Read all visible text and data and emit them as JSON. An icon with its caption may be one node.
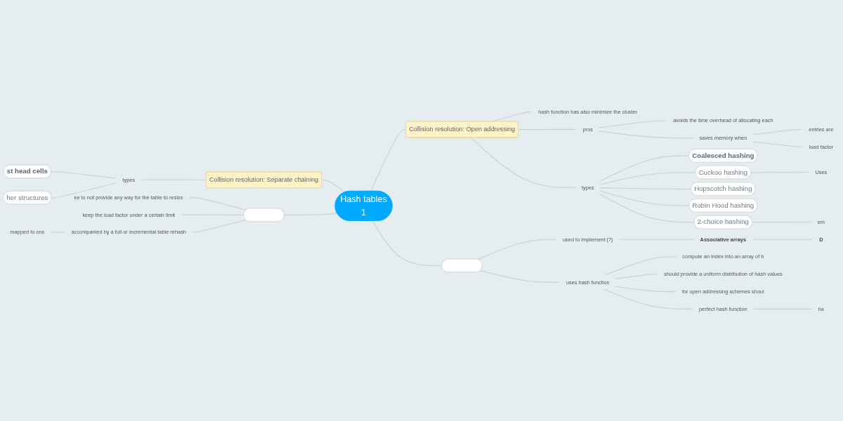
{
  "diagram": {
    "nodes": [
      {
        "text": [
          "Hash tables",
          "1"
        ]
      },
      {
        "text": [
          "Collision resolution: Separate chaining"
        ]
      },
      {
        "text": [
          "types"
        ]
      },
      {
        "text": [
          "st head cells"
        ]
      },
      {
        "text": [
          "her structures"
        ]
      },
      {
        "text": [
          "Collision resolution: Open addressing"
        ]
      },
      {
        "text": [
          "hash function has also minimize the cluster"
        ]
      },
      {
        "text": [
          "pros"
        ]
      },
      {
        "text": [
          "avoids the time overhead of allocating each"
        ]
      },
      {
        "text": [
          "saves memory when"
        ]
      },
      {
        "text": [
          "entries are"
        ]
      },
      {
        "text": [
          "load factor"
        ]
      },
      {
        "text": [
          "types"
        ]
      },
      {
        "text": [
          "Coalesced hashing"
        ]
      },
      {
        "text": [
          "Cuckoo hashing"
        ]
      },
      {
        "text": [
          "Uses"
        ]
      },
      {
        "text": [
          "Hopscotch hashing"
        ]
      },
      {
        "text": [
          "Robin Hood hashing"
        ]
      },
      {
        "text": [
          "2-choice hashing"
        ]
      },
      {
        "text": [
          "em"
        ]
      },
      {
        "text": [],
        "shape": "box"
      },
      {
        "text": [
          "used to implement (7)"
        ]
      },
      {
        "text": [
          "Associative arrays"
        ]
      },
      {
        "text": [
          "D"
        ]
      },
      {
        "text": [
          "uses hash function"
        ]
      },
      {
        "text": [
          "compute an index into an array of b"
        ]
      },
      {
        "text": [
          "should provide a uniform distribution of hash values"
        ]
      },
      {
        "text": [
          "for open addressing schemes shoul"
        ]
      },
      {
        "text": [
          "perfect hash function"
        ]
      },
      {
        "text": [
          "ha"
        ]
      },
      {
        "text": [],
        "shape": "box"
      },
      {
        "text": [
          "ke to not provide any way for the table to resize"
        ]
      },
      {
        "text": [
          "keep the load factor under a certain limit"
        ]
      },
      {
        "text": [
          "accompanied by a full or incremental table rehash"
        ]
      },
      {
        "text": [
          "mapped to ons"
        ]
      }
    ],
    "edges": [
      {
        "from": 1,
        "to": 0,
        "arrow": "none"
      },
      {
        "from": 2,
        "to": 1,
        "arrow": "none"
      },
      {
        "from": 3,
        "to": 2,
        "arrow": "none"
      },
      {
        "from": 4,
        "to": 2,
        "arrow": "none"
      },
      {
        "from": 0,
        "to": 5,
        "arrow": "none"
      },
      {
        "from": 5,
        "to": 6,
        "arrow": "none"
      },
      {
        "from": 5,
        "to": 7,
        "arrow": "none"
      },
      {
        "from": 7,
        "to": 8,
        "arrow": "none"
      },
      {
        "from": 7,
        "to": 9,
        "arrow": "none"
      },
      {
        "from": 9,
        "to": 10,
        "arrow": "none"
      },
      {
        "from": 9,
        "to": 11,
        "arrow": "none"
      },
      {
        "from": 5,
        "to": 12,
        "arrow": "none"
      },
      {
        "from": 12,
        "to": 13,
        "arrow": "none"
      },
      {
        "from": 12,
        "to": 14,
        "arrow": "none"
      },
      {
        "from": 14,
        "to": 15,
        "arrow": "none"
      },
      {
        "from": 12,
        "to": 16,
        "arrow": "none"
      },
      {
        "from": 12,
        "to": 17,
        "arrow": "none"
      },
      {
        "from": 12,
        "to": 18,
        "arrow": "none"
      },
      {
        "from": 18,
        "to": 19,
        "arrow": "none"
      },
      {
        "from": 0,
        "to": 20,
        "arrow": "none"
      },
      {
        "from": 20,
        "to": 21,
        "arrow": "none"
      },
      {
        "from": 21,
        "to": 22,
        "arrow": "none"
      },
      {
        "from": 22,
        "to": 23,
        "arrow": "none"
      },
      {
        "from": 20,
        "to": 24,
        "arrow": "none"
      },
      {
        "from": 24,
        "to": 25,
        "arrow": "none"
      },
      {
        "from": 24,
        "to": 26,
        "arrow": "none"
      },
      {
        "from": 24,
        "to": 27,
        "arrow": "none"
      },
      {
        "from": 24,
        "to": 28,
        "arrow": "none"
      },
      {
        "from": 28,
        "to": 29,
        "arrow": "none"
      },
      {
        "from": 30,
        "to": 0,
        "arrow": "none"
      },
      {
        "from": 31,
        "to": 30,
        "arrow": "none"
      },
      {
        "from": 32,
        "to": 30,
        "arrow": "none"
      },
      {
        "from": 33,
        "to": 30,
        "arrow": "none"
      },
      {
        "from": 34,
        "to": 33,
        "arrow": "none"
      }
    ]
  }
}
